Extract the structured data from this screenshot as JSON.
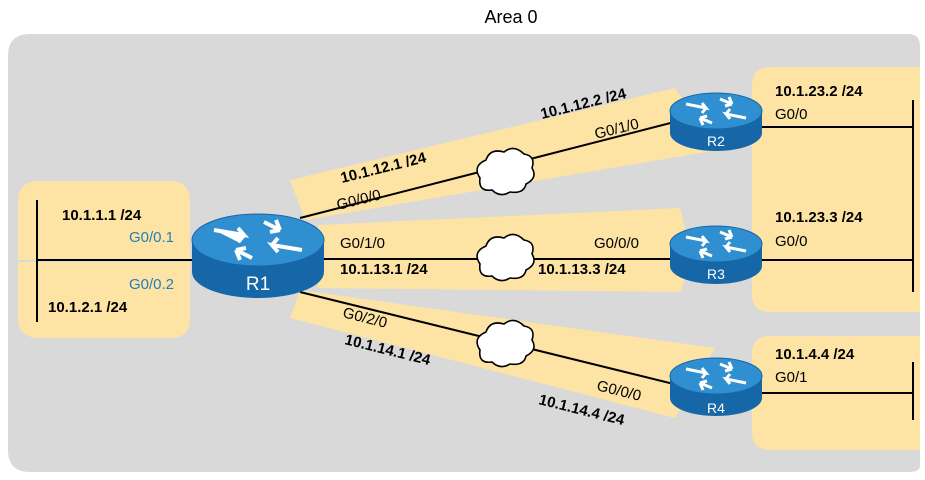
{
  "area": {
    "title": "Area 0"
  },
  "colors": {
    "area_fill": "#d9d9da",
    "highlight": "#fde3a4",
    "router_top": "#2f8fd0",
    "router_side": "#1667a8",
    "interface_blue": "#1f7fbf"
  },
  "routers": [
    {
      "id": "R1",
      "label": "R1"
    },
    {
      "id": "R2",
      "label": "R2"
    },
    {
      "id": "R3",
      "label": "R3"
    },
    {
      "id": "R4",
      "label": "R4"
    }
  ],
  "lans": {
    "left_top": {
      "ip": "10.1.1.1 /24",
      "interface": "G0/0.1"
    },
    "left_bottom": {
      "ip": "10.1.2.1 /24",
      "interface": "G0/0.2"
    },
    "r2": {
      "ip": "10.1.23.2 /24",
      "interface": "G0/0"
    },
    "r3": {
      "ip": "10.1.23.3 /24",
      "interface": "G0/0"
    },
    "r4": {
      "ip": "10.1.4.4 /24",
      "interface": "G0/1"
    }
  },
  "links": {
    "r1_r2": {
      "r1_ip": "10.1.12.1 /24",
      "r1_if": "G0/0/0",
      "far_ip": "10.1.12.2 /24",
      "far_if": "G0/1/0"
    },
    "r1_r3": {
      "r1_ip": "10.1.13.1 /24",
      "r1_if": "G0/1/0",
      "far_ip": "10.1.13.3 /24",
      "far_if": "G0/0/0"
    },
    "r1_r4": {
      "r1_ip": "10.1.14.1 /24",
      "r1_if": "G0/2/0",
      "far_ip": "10.1.14.4 /24",
      "far_if": "G0/0/0"
    }
  },
  "icons": [
    "router-icon",
    "cloud-icon",
    "lan-segment-icon"
  ]
}
